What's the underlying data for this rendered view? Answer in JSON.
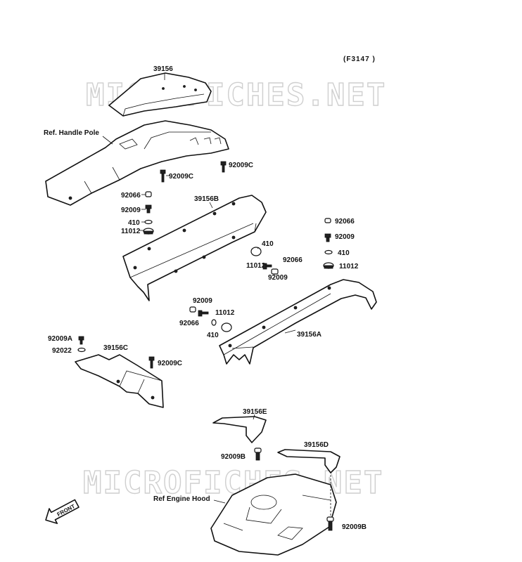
{
  "diagram_code": "(F3147 )",
  "watermark": "MICROFICHES.NET",
  "front_label": "FRONT",
  "references": {
    "handle_pole": "Ref. Handle Pole",
    "engine_hood": "Ref Engine Hood"
  },
  "labels": {
    "p39156": "39156",
    "p39156B": "39156B",
    "p39156A": "39156A",
    "p39156C": "39156C",
    "p39156E": "39156E",
    "p39156D": "39156D",
    "p92009C_a": "92009C",
    "p92009C_b": "92009C",
    "p92009C_c": "92009C",
    "p92066_a": "92066",
    "p92009_a": "92009",
    "p410_a": "410",
    "p11012_a": "11012",
    "p92066_b": "92066",
    "p92009_b": "92009",
    "p410_b": "410",
    "p11012_b": "11012",
    "p410_c": "410",
    "p11012_c": "11012",
    "p92066_c": "92066",
    "p92009_c": "92009",
    "p92009_d": "92009",
    "p92066_d": "92066",
    "p11012_d": "11012",
    "p410_d": "410",
    "p92009A": "92009A",
    "p92022": "92022",
    "p92009B_a": "92009B",
    "p92009B_b": "92009B"
  }
}
